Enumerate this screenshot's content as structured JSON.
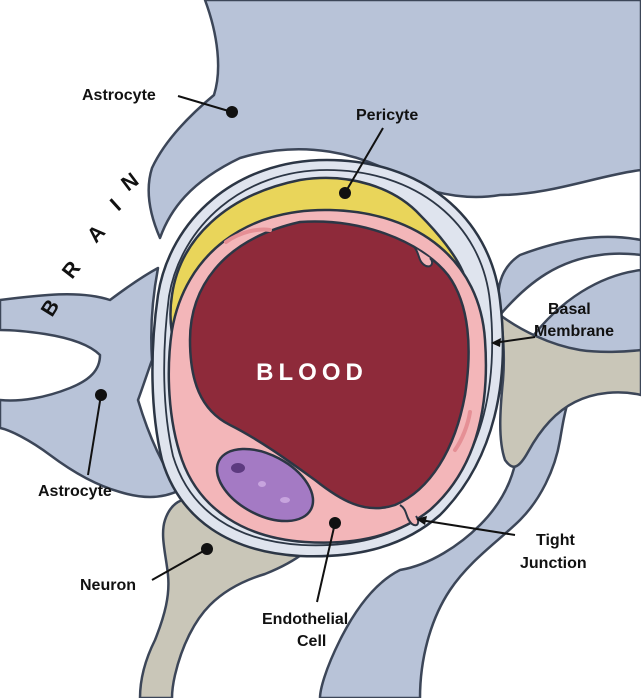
{
  "brain_letters": [
    "B",
    "R",
    "A",
    "I",
    "N"
  ],
  "blood_label": "BLOOD",
  "labels": {
    "astrocyte_top": "Astrocyte",
    "pericyte": "Pericyte",
    "basal_line1": "Basal",
    "basal_line2": "Membrane",
    "astrocyte_left": "Astrocyte",
    "tight_line1": "Tight",
    "tight_line2": "Junction",
    "neuron": "Neuron",
    "endothelial_line1": "Endothelial",
    "endothelial_line2": "Cell"
  },
  "colors": {
    "astrocyte_fill": "#b8c3d8",
    "astrocyte_stroke": "#3c4658",
    "neuron_fill": "#c9c6b8",
    "pericyte_fill": "#e9d55a",
    "endothelial_fill": "#f3b6b9",
    "blood_fill": "#8e2a3a",
    "nucleus_fill": "#a47ac4",
    "membrane_stroke": "#2c3645"
  }
}
